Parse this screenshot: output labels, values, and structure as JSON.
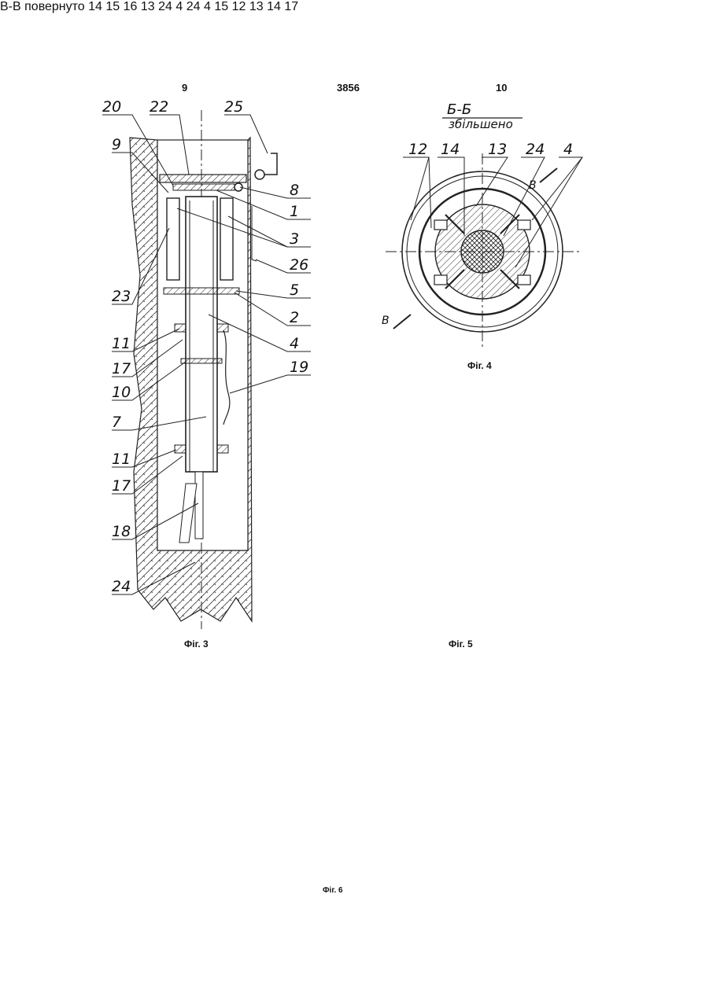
{
  "header": {
    "page_left": "9",
    "page_center": "3856",
    "page_right": "10"
  },
  "figures": {
    "fig3": {
      "caption": "Фіг. 3",
      "labels": [
        "20",
        "22",
        "25",
        "9",
        "8",
        "1",
        "3",
        "26",
        "23",
        "5",
        "2",
        "11",
        "4",
        "17",
        "19",
        "10",
        "7",
        "11",
        "17",
        "18",
        "24"
      ]
    },
    "fig4": {
      "caption": "Фіг. 4",
      "section": "Б-Б",
      "note": "збільшено",
      "labels": [
        "12",
        "14",
        "13",
        "24",
        "4",
        "В",
        "В"
      ]
    },
    "fig5": {
      "caption": "Фіг. 5",
      "section": "В-В",
      "note": "повернуто",
      "labels": [
        "14",
        "15",
        "16",
        "13",
        "24",
        "4"
      ]
    },
    "fig6": {
      "caption": "Фіг. 6",
      "labels": [
        "24",
        "4",
        "15",
        "12",
        "13",
        "14",
        "17"
      ]
    }
  }
}
